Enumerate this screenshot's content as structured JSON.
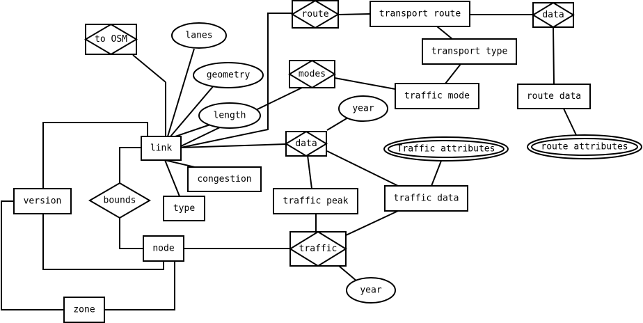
{
  "entities": {
    "link": "link",
    "node": "node",
    "version": "version",
    "zone": "zone",
    "congestion": "congestion",
    "type": "type",
    "transport_route": "transport route",
    "transport_type": "transport type",
    "traffic_mode": "traffic mode",
    "route_data": "route data",
    "traffic_peak": "traffic peak",
    "traffic_data": "traffic data"
  },
  "relationships": {
    "to_osm": "to OSM",
    "route": "route",
    "data_route": "data",
    "modes": "modes",
    "data_link": "data",
    "traffic": "traffic",
    "bounds": "bounds"
  },
  "attributes": {
    "lanes": "lanes",
    "geometry": "geometry",
    "length": "length",
    "year_data": "year",
    "year_traffic": "year"
  },
  "multivalued_attributes": {
    "traffic_attributes": "Traffic attributes",
    "route_attributes": "route attributes"
  }
}
